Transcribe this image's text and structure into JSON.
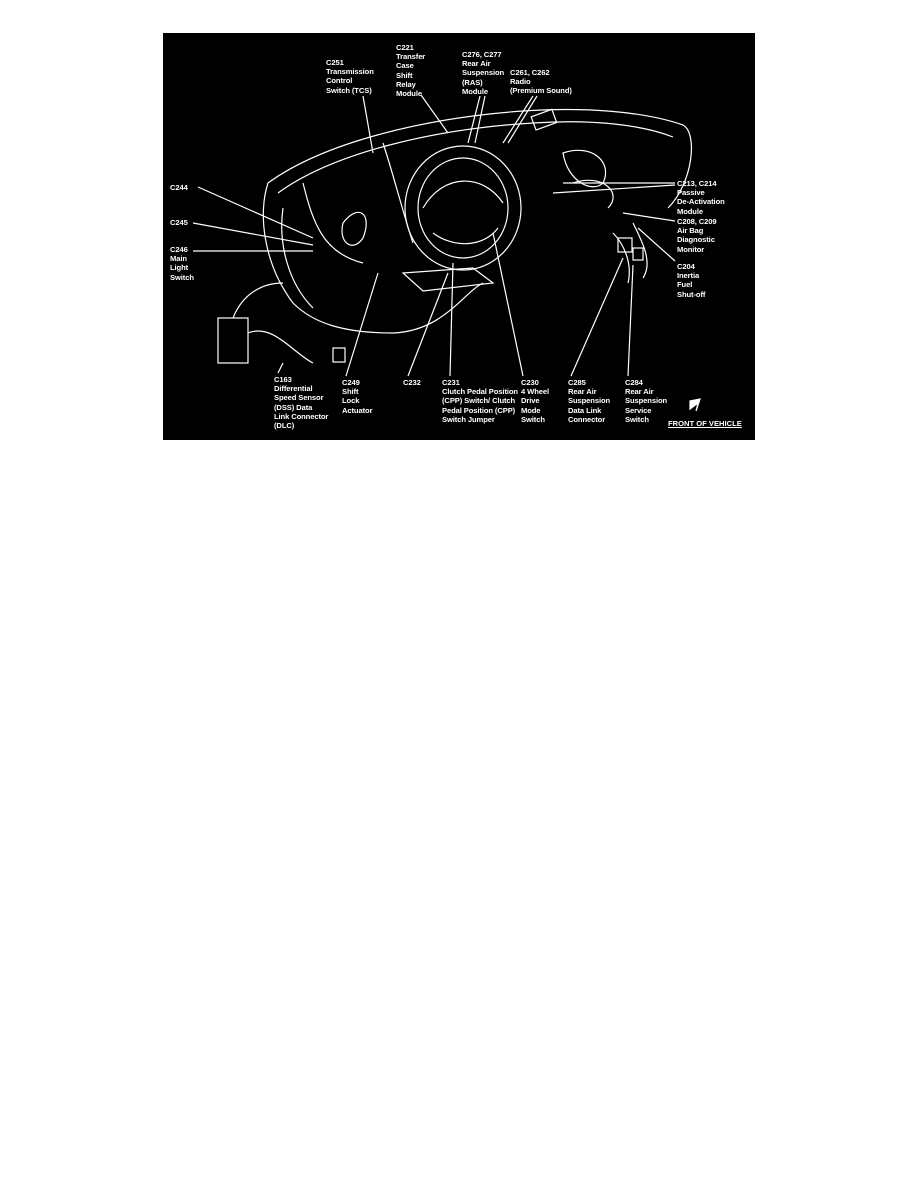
{
  "diagram": {
    "labels": {
      "c251": [
        "C251",
        "Transmission",
        "Control",
        "Switch (TCS)"
      ],
      "c221": [
        "C221",
        "Transfer",
        "Case",
        "Shift",
        "Relay",
        "Module"
      ],
      "c276": [
        "C276, C277",
        "Rear Air",
        "Suspension",
        "(RAS)",
        "Module"
      ],
      "c261": [
        "C261, C262",
        "Radio",
        "(Premium Sound)"
      ],
      "c244": [
        "C244"
      ],
      "c245": [
        "C245"
      ],
      "c246": [
        "C246",
        "Main",
        "Light",
        "Switch"
      ],
      "c213": [
        "C213, C214",
        "Passive",
        "De-Activation",
        "Module"
      ],
      "c208": [
        "C208, C209",
        "Air Bag",
        "Diagnostic",
        "Monitor"
      ],
      "c204": [
        "C204",
        "Inertia",
        "Fuel",
        "Shut-off"
      ],
      "c163": [
        "C163",
        "Differential",
        "Speed Sensor",
        "(DSS) Data",
        "Link Connector",
        "(DLC)"
      ],
      "c249": [
        "C249",
        "Shift",
        "Lock",
        "Actuator"
      ],
      "c232": [
        "C232"
      ],
      "c231": [
        "C231",
        "Clutch Pedal Position",
        "(CPP) Switch/ Clutch",
        "Pedal Position (CPP)",
        "Switch Jumper"
      ],
      "c230": [
        "C230",
        "4 Wheel",
        "Drive",
        "Mode",
        "Switch"
      ],
      "c285": [
        "C285",
        "Rear Air",
        "Suspension",
        "Data Link",
        "Connector"
      ],
      "c284": [
        "C284",
        "Rear Air",
        "Suspension",
        "Service",
        "Switch"
      ]
    },
    "front_of_vehicle": "FRONT OF VEHICLE",
    "arrow_icon": "front-arrow-icon",
    "colors": {
      "background": "#000000",
      "ink": "#ffffff"
    }
  }
}
